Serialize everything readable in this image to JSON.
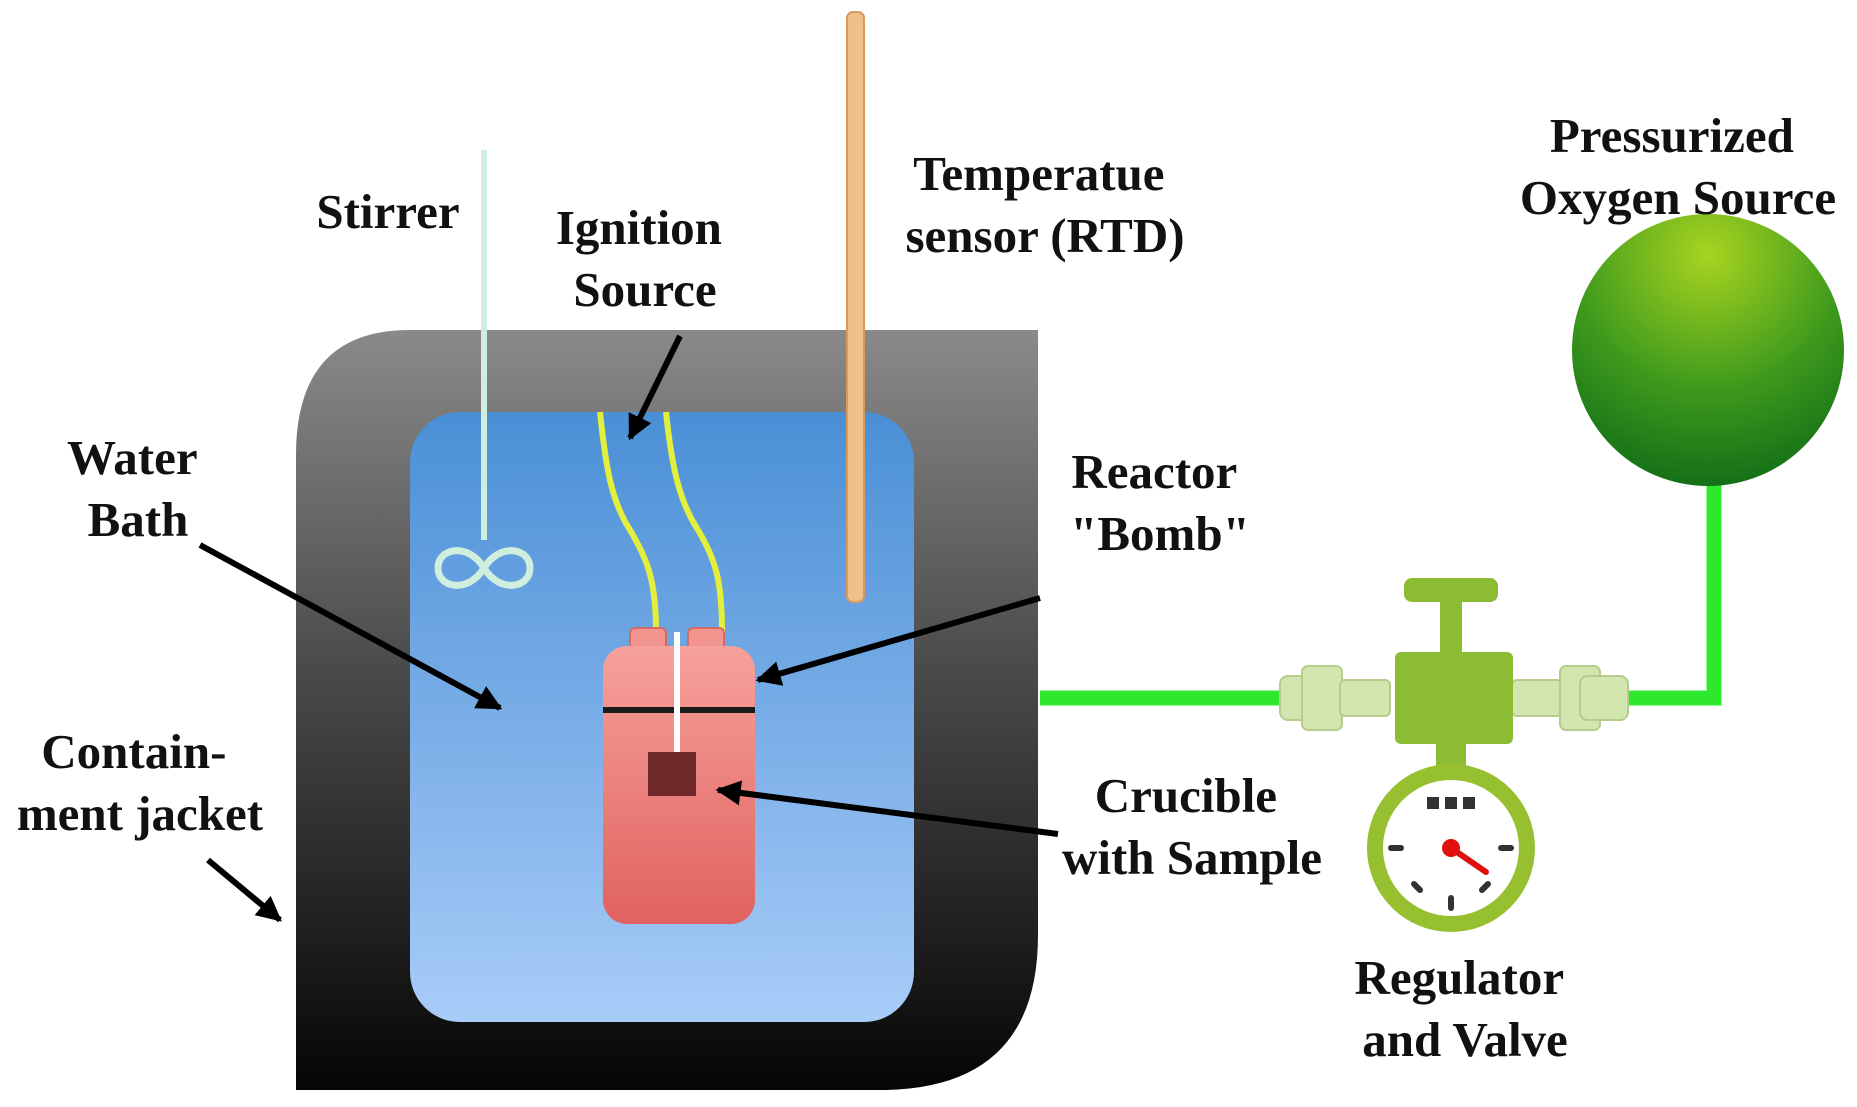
{
  "labels": {
    "stirrer": [
      "Stirrer"
    ],
    "ignition": [
      "Ignition",
      "Source"
    ],
    "temperature": [
      "Temperatue",
      "sensor (RTD)"
    ],
    "oxygen": [
      "Pressurized",
      "Oxygen Source"
    ],
    "water_bath": [
      "Water",
      "Bath"
    ],
    "reactor": [
      "Reactor",
      "\"Bomb\""
    ],
    "containment": [
      "Contain-",
      "ment jacket"
    ],
    "crucible": [
      "Crucible",
      "with Sample"
    ],
    "regulator": [
      "Regulator",
      "and Valve"
    ]
  },
  "colors": {
    "jacket_top": "#8a8a8a",
    "jacket_bottom": "#050505",
    "water_top": "#4a8fd6",
    "water_bottom": "#a8ccf8",
    "bomb": "#f28a86",
    "bomb_cap": "#f2958e",
    "sample": "#6e2a28",
    "wire": "#e4ee3c",
    "sensor": "#f0c08a",
    "stirrer": "#cfeedd",
    "pipe": "#2ee82e",
    "valve": "#8cbc34",
    "fitting": "#d4e6b0",
    "gauge_ring": "#96c030",
    "gauge_needle": "#e01010",
    "sphere_light": "#a8d420",
    "sphere_dark": "#0e6a16"
  }
}
